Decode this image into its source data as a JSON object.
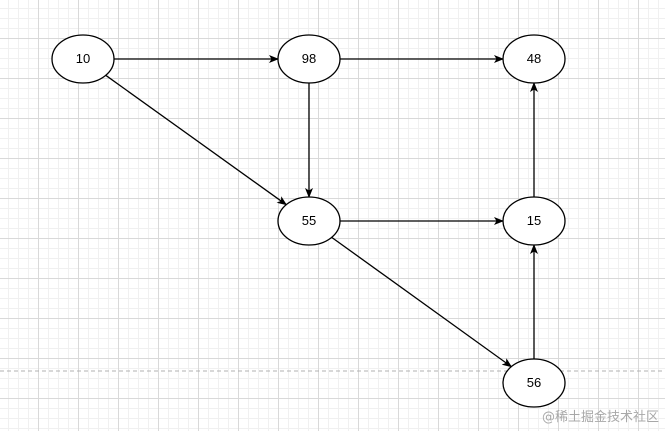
{
  "diagram": {
    "nodes": [
      {
        "id": "n10",
        "label": "10"
      },
      {
        "id": "n98",
        "label": "98"
      },
      {
        "id": "n48",
        "label": "48"
      },
      {
        "id": "n55",
        "label": "55"
      },
      {
        "id": "n15",
        "label": "15"
      },
      {
        "id": "n56",
        "label": "56"
      }
    ],
    "edges": [
      {
        "from": "n10",
        "to": "n98"
      },
      {
        "from": "n10",
        "to": "n55"
      },
      {
        "from": "n98",
        "to": "n48"
      },
      {
        "from": "n98",
        "to": "n55"
      },
      {
        "from": "n55",
        "to": "n15"
      },
      {
        "from": "n55",
        "to": "n56"
      },
      {
        "from": "n15",
        "to": "n48"
      },
      {
        "from": "n56",
        "to": "n15"
      }
    ],
    "colors": {
      "stroke": "#000000",
      "node_fill": "#ffffff",
      "grid_line": "#d9d9d9",
      "page_break": "#b0b0b0",
      "watermark": "#a8a8a8"
    }
  },
  "watermark": {
    "text": "@稀土掘金技术社区"
  }
}
